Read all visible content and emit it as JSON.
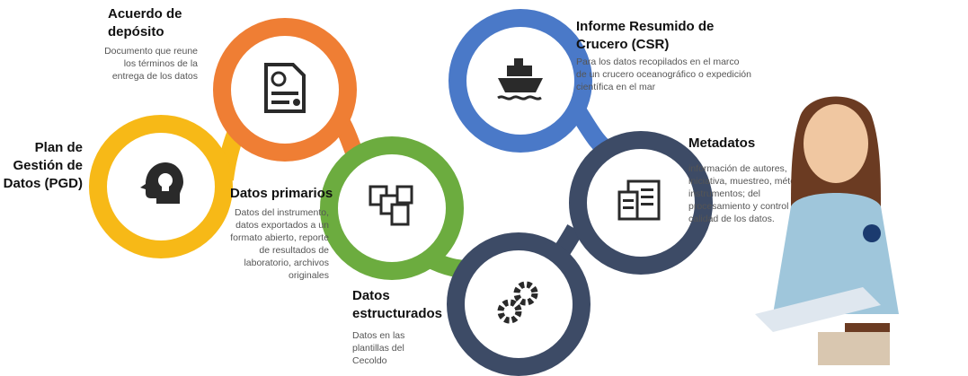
{
  "colors": {
    "orange": "#ef7e34",
    "yellow": "#f7b917",
    "green": "#6cac3f",
    "blue": "#4a79c8",
    "navy": "#3d4b66",
    "icon": "#2a2a2a"
  },
  "nodes": [
    {
      "id": "acuerdo",
      "title": "Acuerdo de depósito",
      "desc": "Documento que reune los términos de la entrega de los datos",
      "icon": "document-seal-icon"
    },
    {
      "id": "pgd",
      "title": "Plan de Gestión de Datos (PGD)",
      "icon": "head-lightbulb-icon"
    },
    {
      "id": "primarios",
      "title": "Datos primarios",
      "desc": "Datos del instrumento, datos exportados a un formato abierto, reporte de resultados de laboratorio, archivos originales",
      "icon": "files-stack-icon"
    },
    {
      "id": "estructurados",
      "title": "Datos estructurados",
      "desc": "Datos en las plantillas del Cecoldo",
      "icon": "gears-icon"
    },
    {
      "id": "csr",
      "title": "Informe Resumido de Crucero (CSR)",
      "desc": "Para los datos recopilados en el marco de un crucero oceanográfico o expedición científica en el mar",
      "icon": "ship-icon"
    },
    {
      "id": "metadatos",
      "title": "Metadatos",
      "desc": "información de autores, iniciativa, muestreo, métodos e instrumentos; del procesamiento y control de calidad de los datos.",
      "icon": "document-list-icon"
    }
  ]
}
